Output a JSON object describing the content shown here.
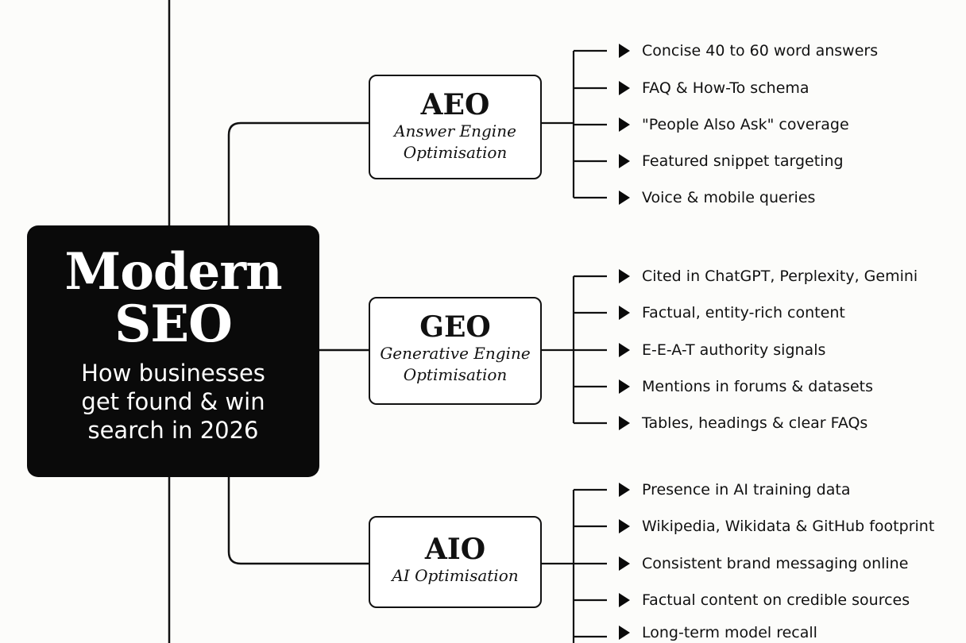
{
  "root": {
    "title_lines": [
      "Modern",
      "SEO"
    ],
    "subtitle_lines": [
      "How businesses",
      "get found & win",
      "search in 2026"
    ]
  },
  "branches": [
    {
      "abbr": "AEO",
      "full_lines": [
        "Answer Engine",
        "Optimisation"
      ],
      "items": [
        "Concise 40 to 60 word answers",
        "FAQ & How-To schema",
        "\"People Also Ask\" coverage",
        "Featured snippet targeting",
        "Voice & mobile queries"
      ]
    },
    {
      "abbr": "GEO",
      "full_lines": [
        "Generative Engine",
        "Optimisation"
      ],
      "items": [
        "Cited in ChatGPT, Perplexity, Gemini",
        "Factual, entity-rich content",
        "E-E-A-T authority signals",
        "Mentions in forums & datasets",
        "Tables, headings & clear FAQs"
      ]
    },
    {
      "abbr": "AIO",
      "full_lines": [
        "AI Optimisation"
      ],
      "items": [
        "Presence in AI training data",
        "Wikipedia, Wikidata & GitHub footprint",
        "Consistent brand messaging online",
        "Factual content on credible sources",
        "Long-term model recall"
      ]
    }
  ],
  "colors": {
    "background": "#fcfcfa",
    "root_fill": "#0a0a0a",
    "line": "#111111"
  }
}
